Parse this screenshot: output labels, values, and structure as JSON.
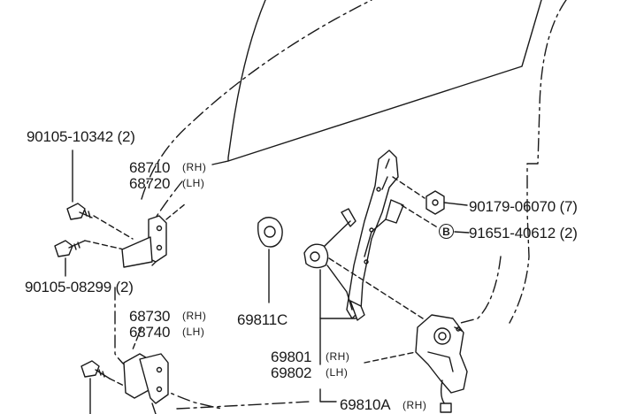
{
  "diagram": {
    "ink_color": "#1a1a1a",
    "paper_color": "#ffffff",
    "labels": {
      "bolt_upper": "90105-10342 (2)",
      "bolt_lower": "90105-08299 (2)",
      "hinge_upper_rh": "68710",
      "hinge_upper_rh_side": "(RH)",
      "hinge_upper_lh": "68720",
      "hinge_upper_lh_side": "(LH)",
      "hinge_lower_rh": "68730",
      "hinge_lower_rh_side": "(RH)",
      "hinge_lower_lh": "68740",
      "hinge_lower_lh_side": "(LH)",
      "regulator_part": "69811C",
      "regulator_rh": "69801",
      "regulator_rh_side": "(RH)",
      "regulator_lh": "69802",
      "regulator_lh_side": "(LH)",
      "motor_rh": "69810A",
      "motor_rh_side": "(RH)",
      "nut_part": "90179-06070 (7)",
      "bolt_b_symbol": "B",
      "bolt_b_part": "91651-40612 (2)"
    }
  }
}
